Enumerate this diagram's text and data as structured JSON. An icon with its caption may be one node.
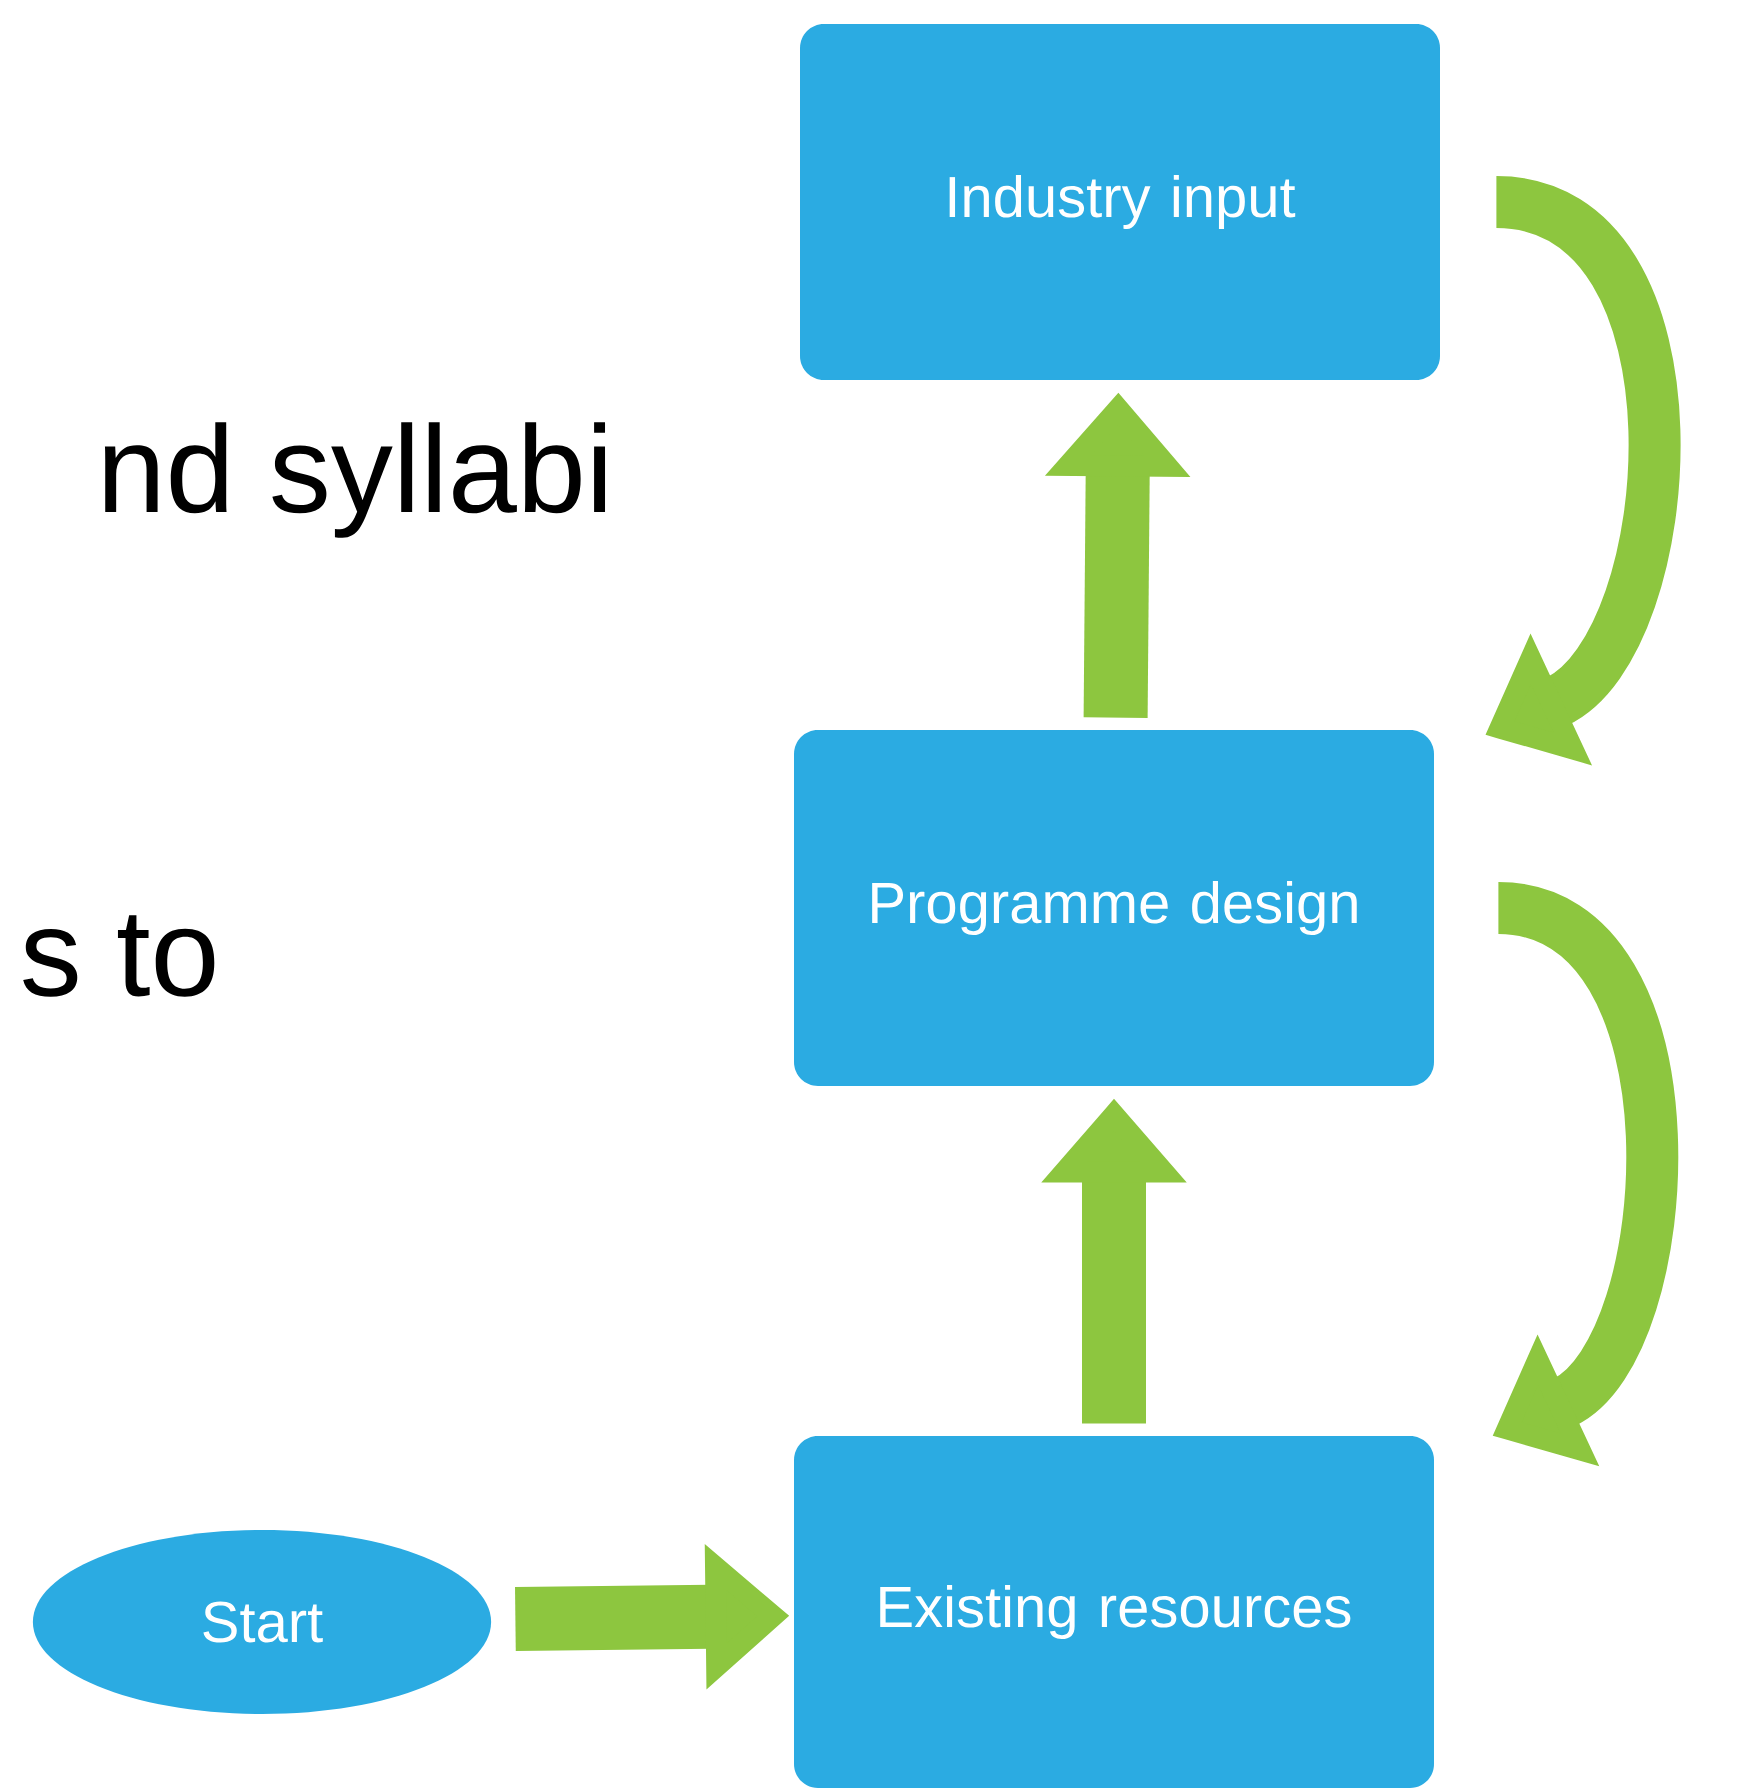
{
  "diagram": {
    "nodes": [
      {
        "text": [
          "Industry input"
        ]
      },
      {
        "text": [
          "Programme design"
        ]
      },
      {
        "text": [
          "Start"
        ]
      },
      {
        "text": [
          "Existing resources"
        ]
      }
    ],
    "edges": [
      {
        "from": 3,
        "to": 1,
        "arrow": "to"
      },
      {
        "from": 1,
        "to": 0,
        "arrow": "to"
      },
      {
        "from": 2,
        "to": 3,
        "arrow": "to"
      },
      {
        "from": 0,
        "to": 1,
        "arrow": "to"
      },
      {
        "from": 1,
        "to": 3,
        "arrow": "to"
      }
    ],
    "labels": [
      "nd syllabi",
      "s to"
    ]
  }
}
